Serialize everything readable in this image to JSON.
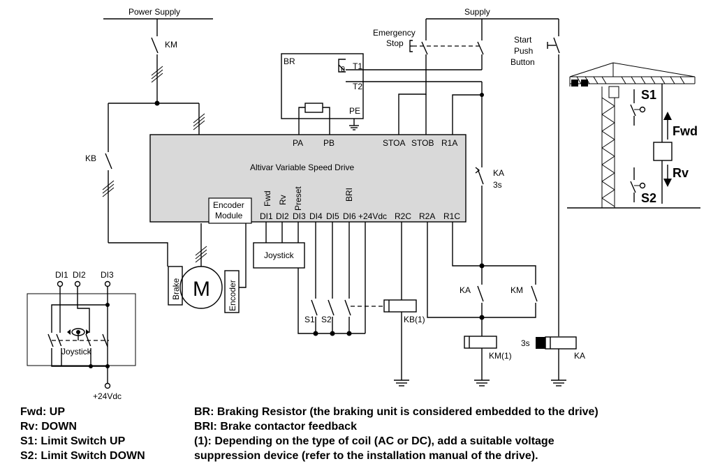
{
  "labels": {
    "power_supply": "Power Supply",
    "supply": "Supply",
    "km": "KM",
    "kb": "KB",
    "emergency": "Emergency",
    "stop": "Stop",
    "start": "Start",
    "push": "Push",
    "button": "Button",
    "br": "BR",
    "t1": "T1",
    "t2": "T2",
    "pe": "PE",
    "pa": "PA",
    "pb": "PB",
    "stoa": "STOA",
    "stob": "STOB",
    "r1a": "R1A",
    "drive": "Altivar Variable Speed Drive",
    "fwd_v": "Fwd",
    "rv_v": "Rv",
    "preset_v": "Preset",
    "bri_v": "BRI",
    "encoder_module_1": "Encoder",
    "encoder_module_2": "Module",
    "di1": "DI1",
    "di2": "DI2",
    "di3": "DI3",
    "di4": "DI4",
    "di5": "DI5",
    "di6": "DI6",
    "p24vdc": "+24Vdc",
    "r2c": "R2C",
    "r2a": "R2A",
    "r1c": "R1C",
    "ka_timer": "KA",
    "ka_timer_time": "3s",
    "joystick": "Joystick",
    "brake": "Brake",
    "motor": "M",
    "encoder": "Encoder",
    "s1": "S1",
    "s2": "S2",
    "kb1": "KB(1)",
    "ka_contact": "KA",
    "km_contact": "KM",
    "km1": "KM(1)",
    "coil_3s": "3s",
    "ka_coil": "KA",
    "inset_di1": "DI1",
    "inset_di2": "DI2",
    "inset_di3": "DI3",
    "inset_joystick": "Joystick",
    "inset_24vdc": "+24Vdc",
    "crane_s1": "S1",
    "crane_s2": "S2",
    "crane_fwd": "Fwd",
    "crane_rv": "Rv"
  },
  "legend_left": [
    "Fwd: UP",
    "Rv: DOWN",
    "S1: Limit Switch UP",
    "S2: Limit Switch DOWN"
  ],
  "legend_right": [
    "BR: Braking Resistor (the braking unit is considered embedded to the drive)",
    "BRI: Brake contactor feedback",
    "(1): Depending on the type of coil (AC or DC), add a suitable voltage",
    "suppression device (refer to the installation manual of the drive)."
  ],
  "colors": {
    "drive_fill": "#d9d9d9",
    "line": "#000000"
  }
}
